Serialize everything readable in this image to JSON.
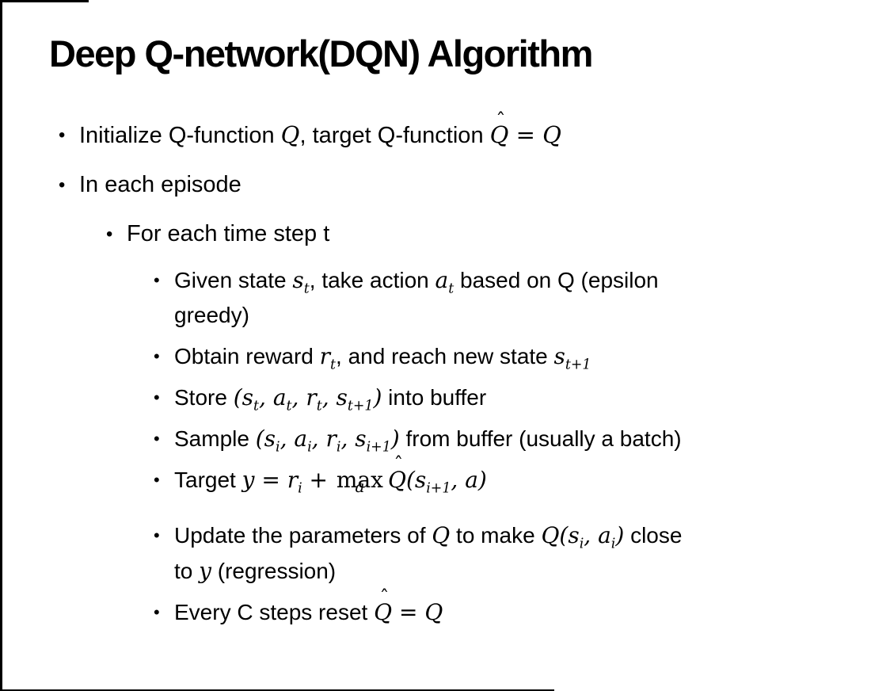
{
  "colors": {
    "background": "#ffffff",
    "text": "#000000",
    "border": "#000000"
  },
  "slide": {
    "title": "Deep Q-network(DQN) Algorithm",
    "bullet_char": "•",
    "bullets": [
      {
        "level": 1,
        "segments": [
          {
            "type": "text",
            "v": "Initialize Q-function "
          },
          {
            "type": "math",
            "v": "Q"
          },
          {
            "type": "text",
            "v": ", target Q-function "
          },
          {
            "type": "hat",
            "v": "Q"
          },
          {
            "type": "math",
            "v": " = "
          },
          {
            "type": "math",
            "v": "Q"
          }
        ]
      },
      {
        "level": 1,
        "segments": [
          {
            "type": "text",
            "v": "In each episode"
          }
        ]
      },
      {
        "level": 2,
        "segments": [
          {
            "type": "text",
            "v": "For each time step t"
          }
        ]
      },
      {
        "level": 3,
        "segments": [
          {
            "type": "text",
            "v": "Given state "
          },
          {
            "type": "msub",
            "b": "s",
            "s": "t"
          },
          {
            "type": "text",
            "v": ", take action "
          },
          {
            "type": "msub",
            "b": "a",
            "s": "t"
          },
          {
            "type": "text",
            "v": " based on Q (epsilon"
          },
          {
            "type": "br"
          },
          {
            "type": "text",
            "v": "greedy)"
          }
        ]
      },
      {
        "level": 3,
        "segments": [
          {
            "type": "text",
            "v": "Obtain reward "
          },
          {
            "type": "msub",
            "b": "r",
            "s": "t"
          },
          {
            "type": "text",
            "v": ", and reach new state "
          },
          {
            "type": "msub",
            "b": "s",
            "s": "t+1"
          }
        ]
      },
      {
        "level": 3,
        "segments": [
          {
            "type": "text",
            "v": "Store "
          },
          {
            "type": "math",
            "v": "("
          },
          {
            "type": "msub",
            "b": "s",
            "s": "t"
          },
          {
            "type": "math",
            "v": ", "
          },
          {
            "type": "msub",
            "b": "a",
            "s": "t"
          },
          {
            "type": "math",
            "v": ", "
          },
          {
            "type": "msub",
            "b": "r",
            "s": "t"
          },
          {
            "type": "math",
            "v": ", "
          },
          {
            "type": "msub",
            "b": "s",
            "s": "t+1"
          },
          {
            "type": "math",
            "v": ")"
          },
          {
            "type": "text",
            "v": " into buffer"
          }
        ]
      },
      {
        "level": 3,
        "segments": [
          {
            "type": "text",
            "v": "Sample "
          },
          {
            "type": "math",
            "v": "("
          },
          {
            "type": "msub",
            "b": "s",
            "s": "i"
          },
          {
            "type": "math",
            "v": ", "
          },
          {
            "type": "msub",
            "b": "a",
            "s": "i"
          },
          {
            "type": "math",
            "v": ", "
          },
          {
            "type": "msub",
            "b": "r",
            "s": "i"
          },
          {
            "type": "math",
            "v": ", "
          },
          {
            "type": "msub",
            "b": "s",
            "s": "i+1"
          },
          {
            "type": "math",
            "v": ")"
          },
          {
            "type": "text",
            "v": " from buffer (usually a batch)"
          }
        ]
      },
      {
        "level": 3,
        "segments": [
          {
            "type": "text",
            "v": "Target "
          },
          {
            "type": "math",
            "v": "y"
          },
          {
            "type": "math",
            "v": " = "
          },
          {
            "type": "msub",
            "b": "r",
            "s": "i"
          },
          {
            "type": "math",
            "v": " + "
          },
          {
            "type": "maxunder",
            "top": "max",
            "bot": "a"
          },
          {
            "type": "hat",
            "v": "Q"
          },
          {
            "type": "math",
            "v": "("
          },
          {
            "type": "msub",
            "b": "s",
            "s": "i+1"
          },
          {
            "type": "math",
            "v": ", "
          },
          {
            "type": "math",
            "v": "a"
          },
          {
            "type": "math",
            "v": ")"
          }
        ]
      },
      {
        "level": 3,
        "segments": [
          {
            "type": "text",
            "v": "Update the parameters of "
          },
          {
            "type": "math",
            "v": "Q"
          },
          {
            "type": "text",
            "v": " to make "
          },
          {
            "type": "math",
            "v": "Q"
          },
          {
            "type": "math",
            "v": "("
          },
          {
            "type": "msub",
            "b": "s",
            "s": "i"
          },
          {
            "type": "math",
            "v": ", "
          },
          {
            "type": "msub",
            "b": "a",
            "s": "i"
          },
          {
            "type": "math",
            "v": ")"
          },
          {
            "type": "text",
            "v": " close"
          },
          {
            "type": "br"
          },
          {
            "type": "text",
            "v": "to "
          },
          {
            "type": "math",
            "v": "y"
          },
          {
            "type": "text",
            "v": " (regression)"
          }
        ]
      },
      {
        "level": 3,
        "segments": [
          {
            "type": "text",
            "v": "Every C steps reset "
          },
          {
            "type": "hat",
            "v": "Q"
          },
          {
            "type": "math",
            "v": " = "
          },
          {
            "type": "math",
            "v": "Q"
          }
        ]
      }
    ]
  }
}
